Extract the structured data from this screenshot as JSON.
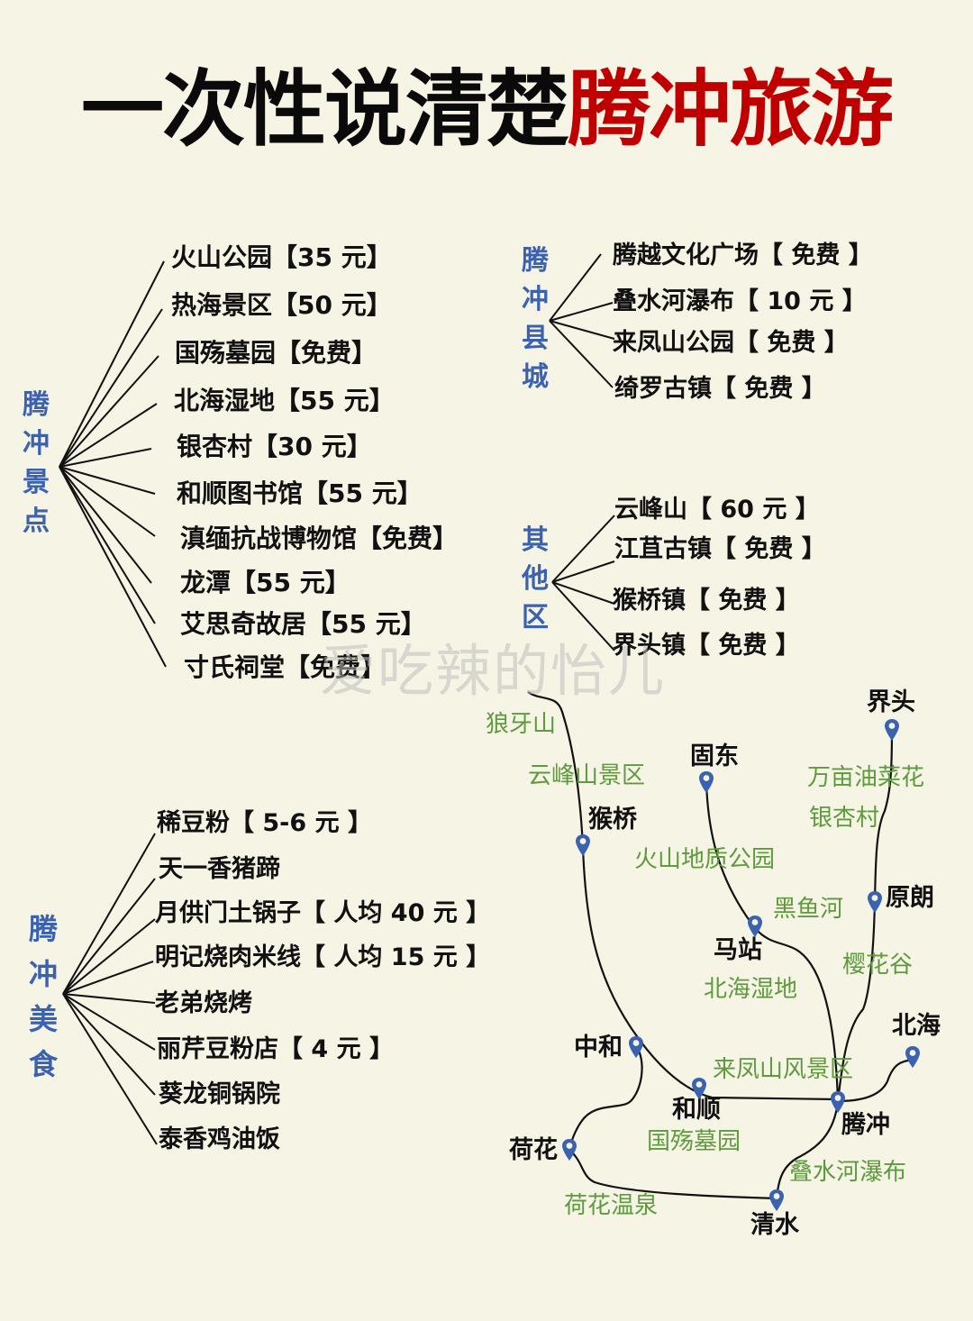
{
  "title": {
    "black_part": "一次性说清楚",
    "red_part": "腾冲旅游"
  },
  "colors": {
    "background": "#f6f4e4",
    "title_red": "#c00000",
    "category_blue": "#3a62b0",
    "sight_green": "#5e9a3e",
    "pin_blue": "#3a62b0"
  },
  "watermark": "爱吃辣的怡儿",
  "categories": {
    "scenic": {
      "label": [
        "腾",
        "冲",
        "景",
        "点"
      ],
      "items": [
        "火山公园【35 元】",
        "热海景区【50 元】",
        "国殇墓园【免费】",
        "北海湿地【55 元】",
        "银杏村【30 元】",
        "和顺图书馆【55 元】",
        "滇缅抗战博物馆【免费】",
        "龙潭【55 元】",
        "艾思奇故居【55 元】",
        "寸氏祠堂【免费】"
      ]
    },
    "county": {
      "label": [
        "腾",
        "冲",
        "县",
        "城"
      ],
      "items": [
        "腾越文化广场【 免费 】",
        "叠水河瀑布【 10 元 】",
        "来凤山公园【 免费 】",
        "绮罗古镇【 免费 】"
      ]
    },
    "other": {
      "label": [
        "其",
        "他",
        "区"
      ],
      "items": [
        "云峰山【 60 元 】",
        "江苴古镇【 免费 】",
        "猴桥镇【 免费 】",
        "界头镇【 免费 】"
      ]
    },
    "food": {
      "label": [
        "腾",
        "冲",
        "美",
        "食"
      ],
      "items": [
        "稀豆粉【 5-6 元 】",
        "天一香猪蹄",
        "月供门土锅子【 人均 40 元 】",
        "明记烧肉米线【 人均 15 元 】",
        "老弟烧烤",
        "丽芹豆粉店【 4 元 】",
        "葵龙铜锅院",
        "泰香鸡油饭"
      ]
    }
  },
  "map": {
    "towns": [
      {
        "name": "界头",
        "icon": "map-pin-icon"
      },
      {
        "name": "固东",
        "icon": "map-pin-icon"
      },
      {
        "name": "猴桥",
        "icon": "map-pin-icon"
      },
      {
        "name": "原朗",
        "icon": "map-pin-icon"
      },
      {
        "name": "马站",
        "icon": "map-pin-icon"
      },
      {
        "name": "北海",
        "icon": "map-pin-icon"
      },
      {
        "name": "中和",
        "icon": "map-pin-icon"
      },
      {
        "name": "和顺",
        "icon": "map-pin-icon"
      },
      {
        "name": "腾冲",
        "icon": "map-pin-icon"
      },
      {
        "name": "荷花",
        "icon": "map-pin-icon"
      },
      {
        "name": "清水",
        "icon": "map-pin-icon"
      }
    ],
    "sights": [
      "狼牙山",
      "云峰山景区",
      "万亩油菜花",
      "银杏村",
      "火山地质公园",
      "黑鱼河",
      "樱花谷",
      "北海湿地",
      "来凤山风景区",
      "国殇墓园",
      "叠水河瀑布",
      "荷花温泉"
    ]
  }
}
